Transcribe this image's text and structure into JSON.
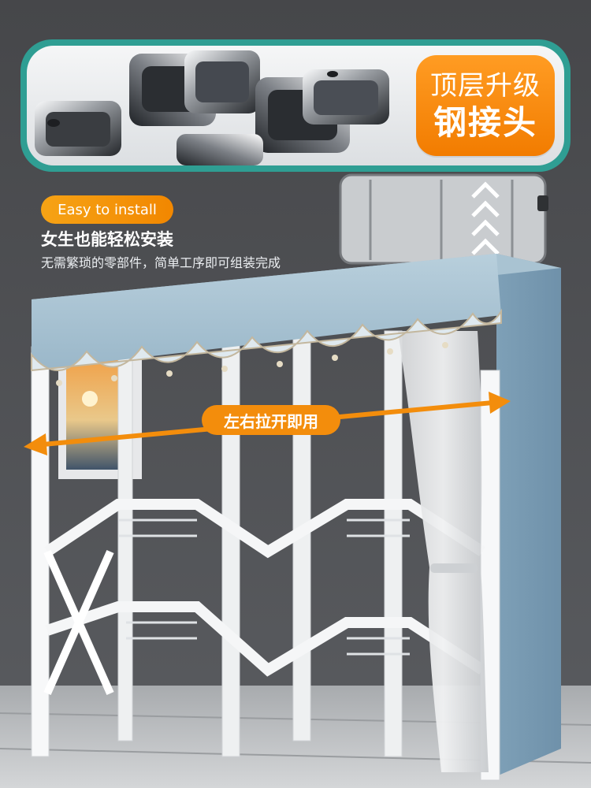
{
  "banner": {
    "badge_line1": "顶层升级",
    "badge_line2": "钢接头"
  },
  "feature": {
    "tag": "Easy to install",
    "title": "女生也能轻松安装",
    "subtitle": "无需繁琐的零部件，简单工序即可组装完成"
  },
  "callout": {
    "open_label": "左右拉开即用"
  },
  "colors": {
    "banner_border": "#2f9e93",
    "accent_orange": "#f38d0c",
    "cover_blue": "#7f9fb6",
    "wall": "#3b3c3e",
    "floor": "#c7c9cb"
  }
}
